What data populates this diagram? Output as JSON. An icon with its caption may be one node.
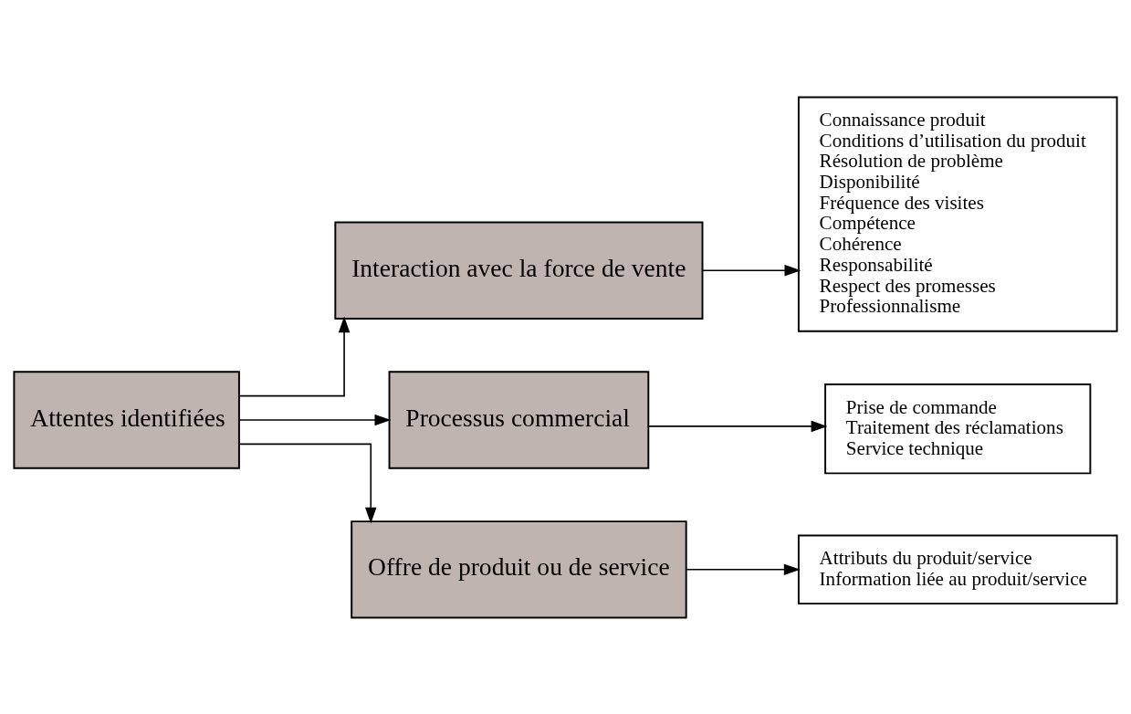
{
  "diagram": {
    "nodes": [
      {
        "text": [
          "Attentes identifiées"
        ]
      },
      {
        "text": [
          "Interaction avec la force de vente"
        ]
      },
      {
        "text": [
          "Processus commercial"
        ]
      },
      {
        "text": [
          "Offre de produit ou de service"
        ]
      },
      {
        "text": [
          "Connaissance produit",
          "Conditions d’utilisation du produit",
          "Résolution de problème",
          "Disponibilité",
          "Fréquence des visites",
          "Compétence",
          "Cohérence",
          "Responsabilité",
          "Respect des promesses",
          "Professionnalisme"
        ]
      },
      {
        "text": [
          "Prise de commande",
          "Traitement des réclamations",
          "Service technique"
        ]
      },
      {
        "text": [
          "Attributs du produit/service",
          "Information liée au produit/service"
        ]
      }
    ],
    "edges": [
      {
        "from": 0,
        "to": 1,
        "arrow": "to"
      },
      {
        "from": 0,
        "to": 2,
        "arrow": "to"
      },
      {
        "from": 0,
        "to": 3,
        "arrow": "to"
      },
      {
        "from": 1,
        "to": 4,
        "arrow": "to"
      },
      {
        "from": 2,
        "to": 5,
        "arrow": "to"
      },
      {
        "from": 3,
        "to": 6,
        "arrow": "to"
      }
    ]
  }
}
